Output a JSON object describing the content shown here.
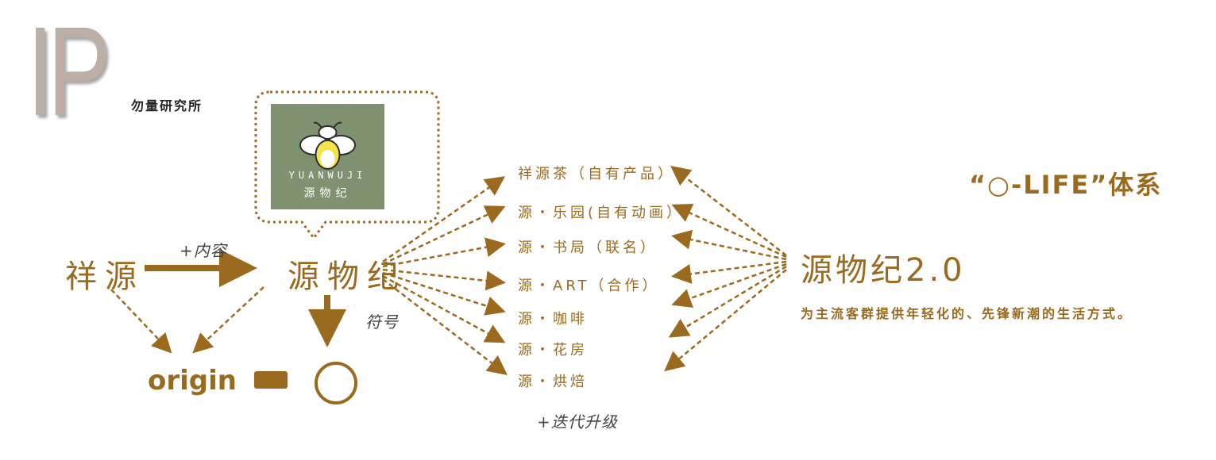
{
  "title_big": "IP",
  "subtitle": "勿量研究所",
  "source_brand": "祥源",
  "arrow_label_content": "+内容",
  "main_brand": "源物纪",
  "arrow_label_symbol": "符号",
  "origin_word": "origin",
  "logo": {
    "english": "YUANWUJI",
    "chinese": "源物纪"
  },
  "items": [
    "祥源茶（自有产品）",
    "源・乐园(自有动画）",
    "源・书局（联名）",
    "源・ART（合作）",
    "源・咖啡",
    "源・花房",
    "源・烘焙"
  ],
  "iterate_label": "+迭代升级",
  "version_brand": "源物纪2.0",
  "slogan": "为主流客群提供年轻化的、先锋新潮的生活方式。",
  "system_title": "“○-LIFE”体系",
  "colors": {
    "accent": "#9a6a1e",
    "ip_grey": "#bcb0a6",
    "logo_green": "#7f9270"
  }
}
